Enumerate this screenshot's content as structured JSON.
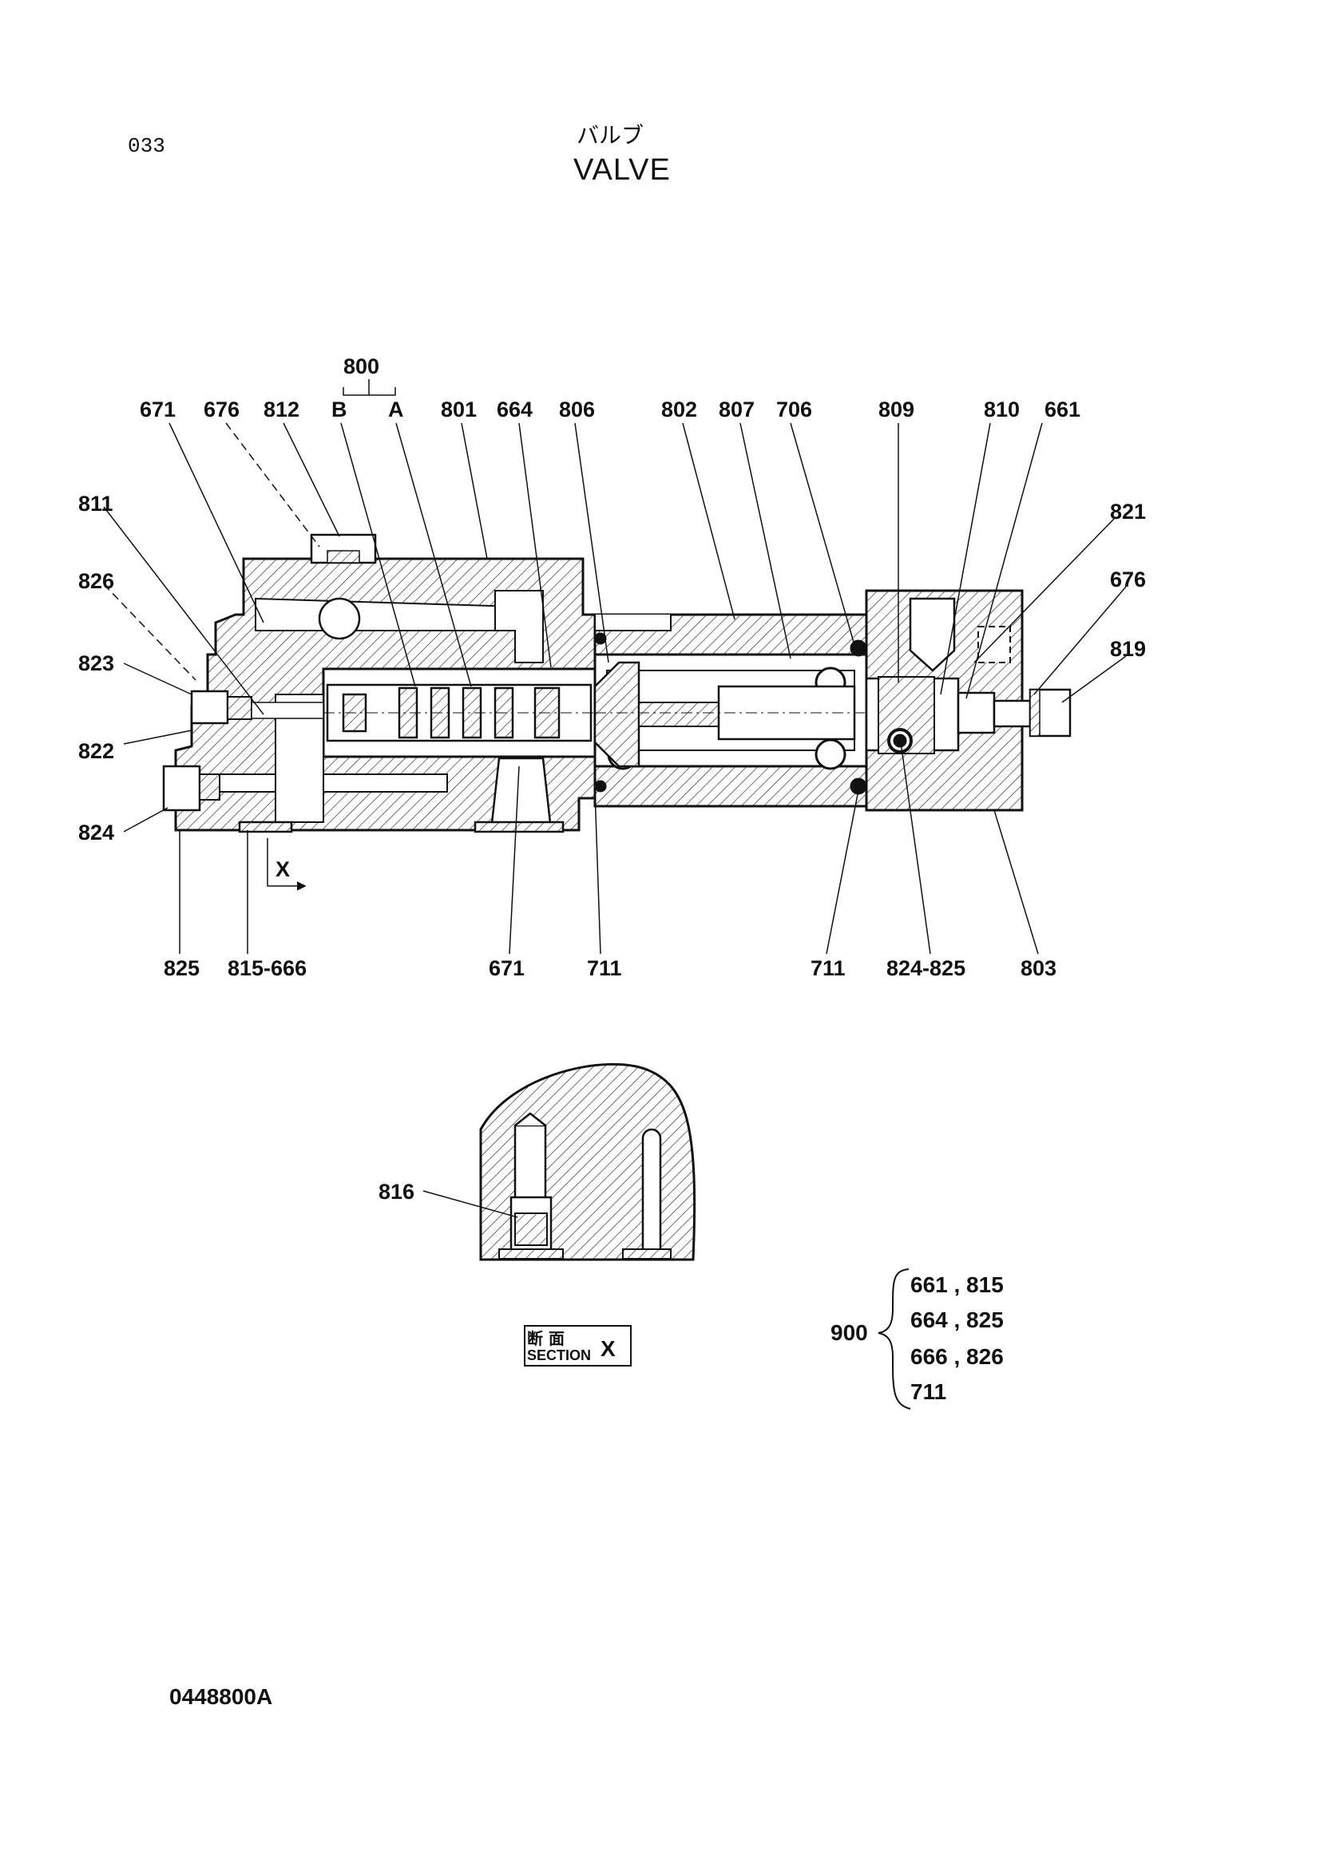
{
  "page_number": "033",
  "title_jp": "バルブ",
  "title_en": "VALVE",
  "doc_number": "0448800A",
  "group": {
    "label": "800",
    "sub_b": "B",
    "sub_a": "A"
  },
  "callouts_top": [
    "671",
    "676",
    "812",
    "801",
    "664",
    "806",
    "802",
    "807",
    "706",
    "809",
    "810",
    "661"
  ],
  "callouts_left": [
    "811",
    "826",
    "823",
    "822",
    "824"
  ],
  "callouts_right": [
    "821",
    "676",
    "819"
  ],
  "callouts_bottom": [
    "825",
    "815-666",
    "671",
    "711",
    "711",
    "824-825",
    "803"
  ],
  "section_marker": "X",
  "detail_callout": "816",
  "section_label": {
    "jp": "断 面",
    "en": "SECTION",
    "id": "X"
  },
  "kit": {
    "number": "900",
    "lines": [
      "661 , 815",
      "664 , 825",
      "666 , 826",
      "711"
    ]
  }
}
